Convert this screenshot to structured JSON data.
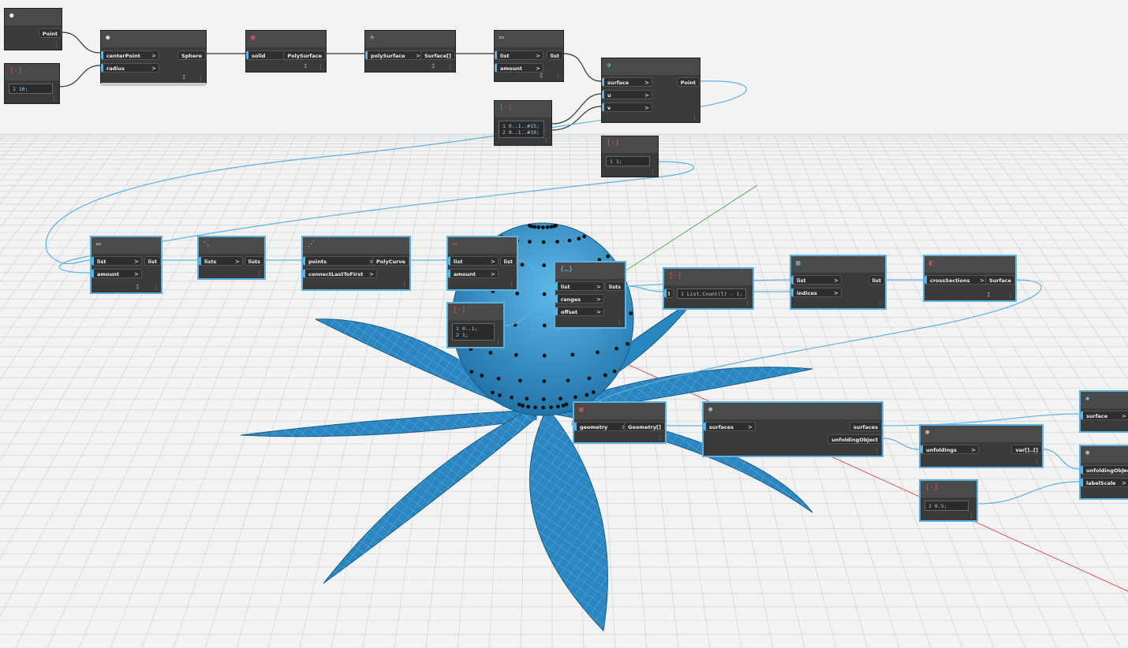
{
  "nodes": {
    "point": {
      "icon": "●",
      "output": "Point"
    },
    "radius": {
      "icon": "[·]",
      "code": "1 10;"
    },
    "sphere": {
      "icon": "◉",
      "inputs": [
        "centerPoint",
        "radius"
      ],
      "output": "Sphere"
    },
    "polysurface": {
      "icon": "▣",
      "inputs": [
        "solid"
      ],
      "output": "PolySurface"
    },
    "surfaces": {
      "icon": "⬘",
      "inputs": [
        "polySurface"
      ],
      "output": "Surface[]"
    },
    "drop1": {
      "icon": "▭",
      "inputs": [
        "list",
        "amount"
      ],
      "output": "list"
    },
    "pointatparam": {
      "icon": "⬗",
      "inputs": [
        "surface",
        "u",
        "v"
      ],
      "output": "Point"
    },
    "uv_ranges": {
      "icon": "[·]",
      "code_lines": [
        "1 0..1..#15;",
        "2 0..1..#10;"
      ]
    },
    "amount_one": {
      "icon": "[·]",
      "code": "1 1;"
    },
    "drop2": {
      "icon": "▭",
      "inputs": [
        "list",
        "amount"
      ],
      "output": "list"
    },
    "transpose": {
      "icon": "⤡",
      "inputs": [
        "lists"
      ],
      "output": "lists"
    },
    "polycurve": {
      "icon": "⋰",
      "inputs": [
        "points",
        "connectLastToFirst"
      ],
      "output": "PolyCurve"
    },
    "drop3": {
      "icon": "▭",
      "inputs": [
        "list",
        "amount"
      ],
      "output": "list"
    },
    "sublists_code": {
      "icon": "[·]",
      "code_lines": [
        "1 0..1;",
        "2 1;"
      ]
    },
    "sublists": {
      "icon": "{…}",
      "inputs": [
        "list",
        "ranges",
        "offset"
      ],
      "output": "lists"
    },
    "count_code": {
      "icon": "[·]",
      "code": "1 List.Count(l) - 1;",
      "port": "l"
    },
    "getitem": {
      "icon": "▦",
      "inputs": [
        "list",
        "indices"
      ],
      "output": "list"
    },
    "loft": {
      "icon": "◧",
      "inputs": [
        "crossSections"
      ],
      "output": "Surface"
    },
    "geomlist": {
      "icon": "▦",
      "inputs": [
        "geometry"
      ],
      "output": "Geometry[]"
    },
    "unfold": {
      "icon": "⊛",
      "inputs": [
        "surfaces"
      ],
      "outputs": [
        "surfaces",
        "unfoldingObject"
      ]
    },
    "unfoldings": {
      "icon": "⊛",
      "inputs": [
        "unfoldings"
      ],
      "output": "var[]..[]"
    },
    "surface_out": {
      "icon": "◆",
      "inputs": [
        "surface"
      ]
    },
    "labels": {
      "icon": "⊛",
      "inputs": [
        "unfoldingObject",
        "labelScale"
      ]
    },
    "scale": {
      "icon": "[·]",
      "code": "1 0.5;"
    }
  },
  "colors": {
    "wire": "#5eb2e0",
    "node": "#3a3a3a",
    "header": "#4a4a4a",
    "accent": "#5eb2e0",
    "geometry": "#2a86c0"
  },
  "icons": {
    "more": "⋮",
    "lacing": "⁑"
  }
}
